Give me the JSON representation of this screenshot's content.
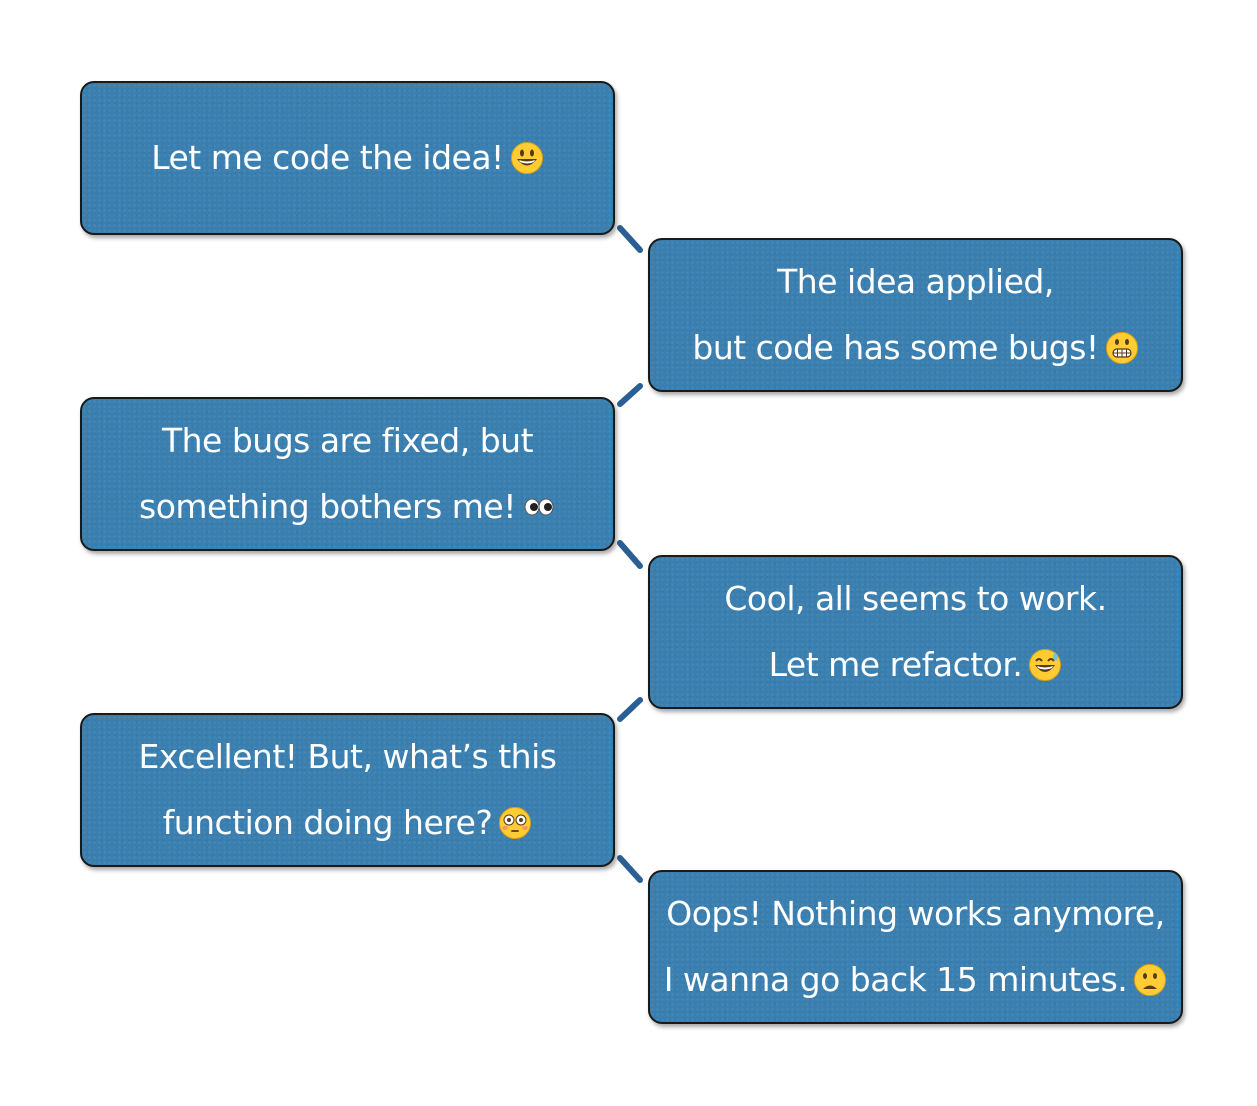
{
  "accent_color": "#3a7fb0",
  "border_color": "#1a1a1a",
  "connector_color": "#2a5f95",
  "boxes": [
    {
      "lines": [
        "Let me code the idea!"
      ],
      "emoji": "grinning-face-icon"
    },
    {
      "lines": [
        "The idea applied,",
        "but code has some bugs!"
      ],
      "emoji": "grimacing-face-icon"
    },
    {
      "lines": [
        "The bugs are fixed, but",
        "something bothers me!"
      ],
      "emoji": "eyes-icon"
    },
    {
      "lines": [
        "Cool, all seems to work.",
        "Let me refactor."
      ],
      "emoji": "grinning-sweat-face-icon"
    },
    {
      "lines": [
        "Excellent! But, what’s this",
        "function doing here?"
      ],
      "emoji": "flushed-face-icon"
    },
    {
      "lines": [
        "Oops! Nothing works anymore,",
        "I wanna go back 15 minutes."
      ],
      "emoji": "frowning-face-icon"
    }
  ]
}
